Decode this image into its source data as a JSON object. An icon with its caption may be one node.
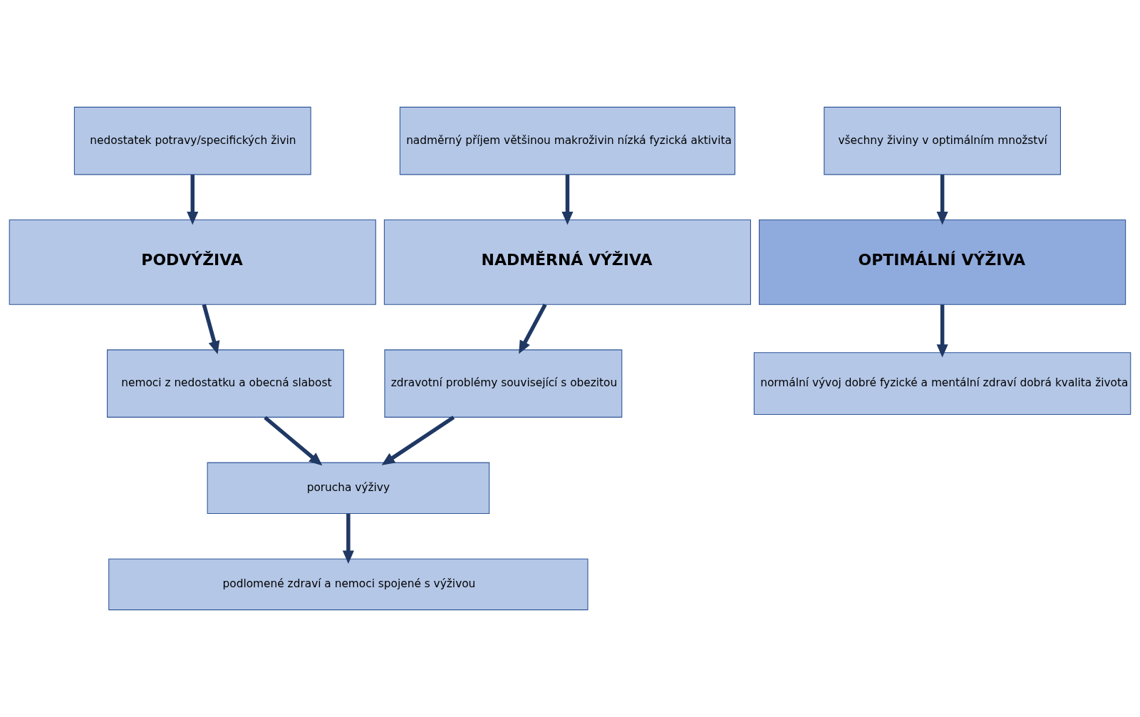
{
  "diagram": {
    "nodes": [
      {
        "text": [
          "nedostatek potravy/specifických živin"
        ]
      },
      {
        "text": [
          "všechny živiny v optimálním množství"
        ]
      },
      {
        "text": [
          "nadměrný příjem většinou makroživin nízká fyzická aktivita"
        ]
      },
      {
        "text": [
          "PODVÝŽIVA"
        ]
      },
      {
        "text": [
          "OPTIMÁLNÍ VÝŽIVA"
        ]
      },
      {
        "text": [
          "NADMĚRNÁ VÝŽIVA"
        ]
      },
      {
        "text": [
          "nemoci z nedostatku a obecná slabost"
        ]
      },
      {
        "text": [
          "normální vývoj dobré fyzické a mentální zdraví dobrá kvalita života"
        ]
      },
      {
        "text": [
          "zdravotní problémy související s obezitou"
        ]
      },
      {
        "text": [
          "porucha výživy"
        ]
      },
      {
        "text": [
          "podlomené zdraví a nemoci spojené s výživou"
        ]
      }
    ],
    "edges": [
      {
        "from": 0,
        "to": 3,
        "arrow": "to"
      },
      {
        "from": 1,
        "to": 4,
        "arrow": "to"
      },
      {
        "from": 2,
        "to": 5,
        "arrow": "to"
      },
      {
        "from": 3,
        "to": 6,
        "arrow": "to"
      },
      {
        "from": 4,
        "to": 7,
        "arrow": "to"
      },
      {
        "from": 5,
        "to": 8,
        "arrow": "to"
      },
      {
        "from": 6,
        "to": 9,
        "arrow": "to"
      },
      {
        "from": 8,
        "to": 9,
        "arrow": "to"
      },
      {
        "from": 9,
        "to": 10,
        "arrow": "to"
      }
    ]
  }
}
